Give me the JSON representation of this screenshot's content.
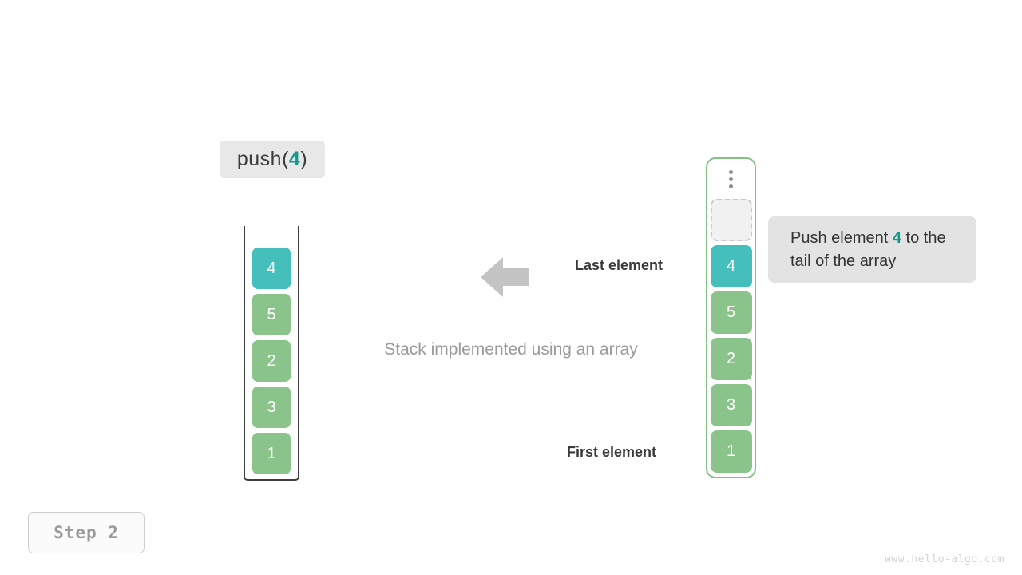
{
  "operation": {
    "prefix": "push(",
    "value": "4",
    "suffix": ")"
  },
  "caption": "Stack implemented using an array",
  "annotations": {
    "last_element": "Last element",
    "first_element": "First element"
  },
  "stack": {
    "cells": [
      {
        "value": "4",
        "color": "#45bfbc",
        "highlighted": true
      },
      {
        "value": "5",
        "color": "#8bc48a",
        "highlighted": false
      },
      {
        "value": "2",
        "color": "#8bc48a",
        "highlighted": false
      },
      {
        "value": "3",
        "color": "#8bc48a",
        "highlighted": false
      },
      {
        "value": "1",
        "color": "#8bc48a",
        "highlighted": false
      }
    ]
  },
  "array": {
    "ellipsis_icon": "vertical-ellipsis-icon",
    "empty_slot": "",
    "cells": [
      {
        "value": "4",
        "color": "#45bfbc",
        "highlighted": true
      },
      {
        "value": "5",
        "color": "#8bc48a",
        "highlighted": false
      },
      {
        "value": "2",
        "color": "#8bc48a",
        "highlighted": false
      },
      {
        "value": "3",
        "color": "#8bc48a",
        "highlighted": false
      },
      {
        "value": "1",
        "color": "#8bc48a",
        "highlighted": false
      }
    ]
  },
  "tooltip": {
    "before": "Push element ",
    "value": "4",
    "after": " to the tail of the array"
  },
  "arrow": {
    "direction": "left",
    "color": "#c4c4c4"
  },
  "step_badge": "Step 2",
  "watermark": "www.hello-algo.com",
  "colors": {
    "accent_teal": "#0f9b8e",
    "cell_teal": "#45bfbc",
    "cell_green": "#8bc48a",
    "array_border": "#84c184",
    "tooltip_bg": "#e3e3e3",
    "op_label_bg": "#e8e8e8"
  }
}
